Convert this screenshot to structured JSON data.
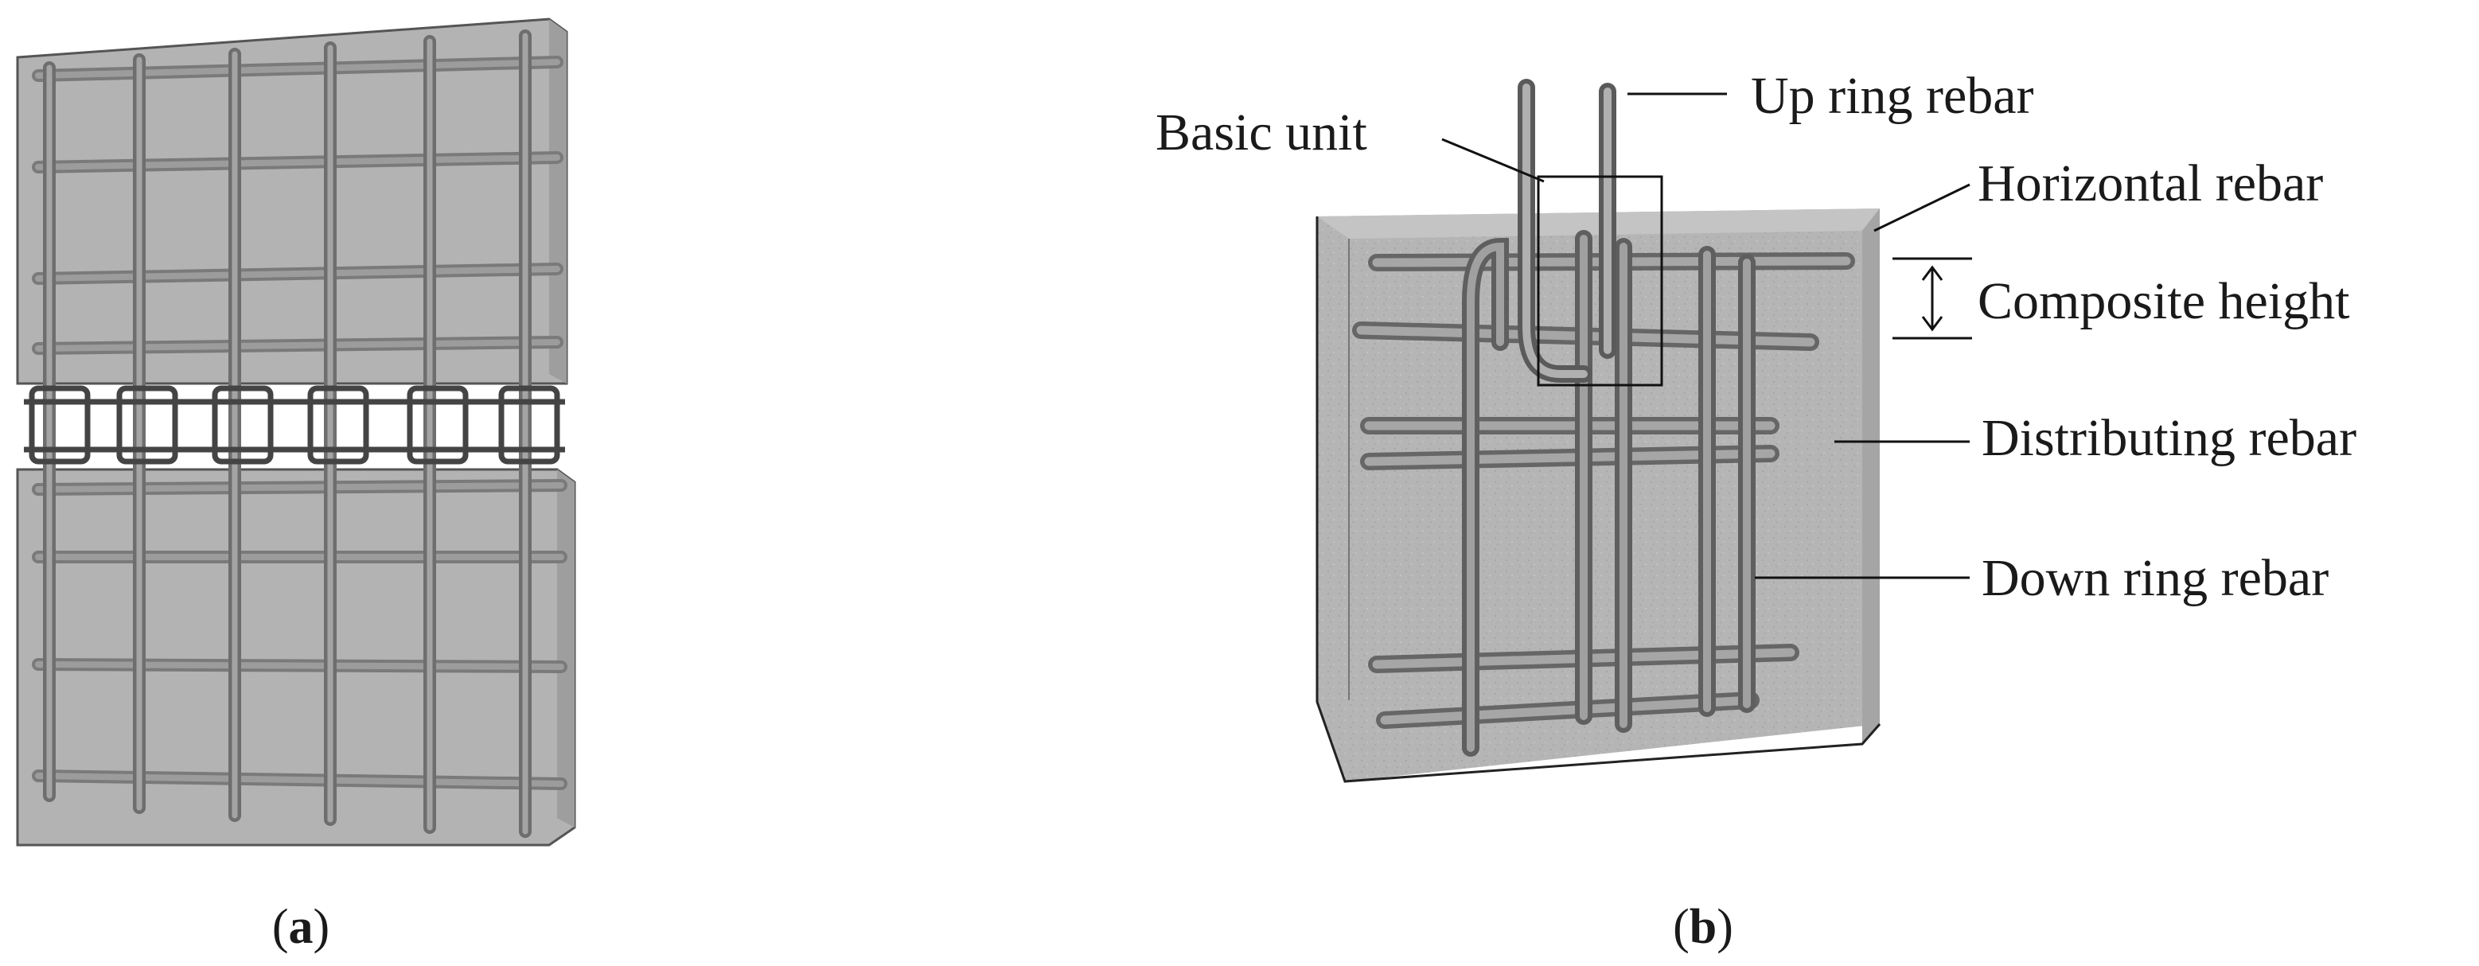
{
  "panels": {
    "a": {
      "label_open": "(",
      "label_letter": "a",
      "label_close": ")"
    },
    "b": {
      "label_open": "(",
      "label_letter": "b",
      "label_close": ")"
    }
  },
  "callouts": {
    "basic_unit": "Basic unit",
    "up_ring_rebar": "Up ring rebar",
    "horizontal_rebar": "Horizontal rebar",
    "composite_height": "Composite height",
    "distributing_rebar": "Distributing rebar",
    "down_ring_rebar": "Down ring rebar"
  },
  "colors": {
    "concrete": "#b8b8b8",
    "concrete_dark": "#9a9a9a",
    "rebar": "#8f8f8f",
    "rebar_edge": "#3a3a3a",
    "line": "#111111"
  }
}
